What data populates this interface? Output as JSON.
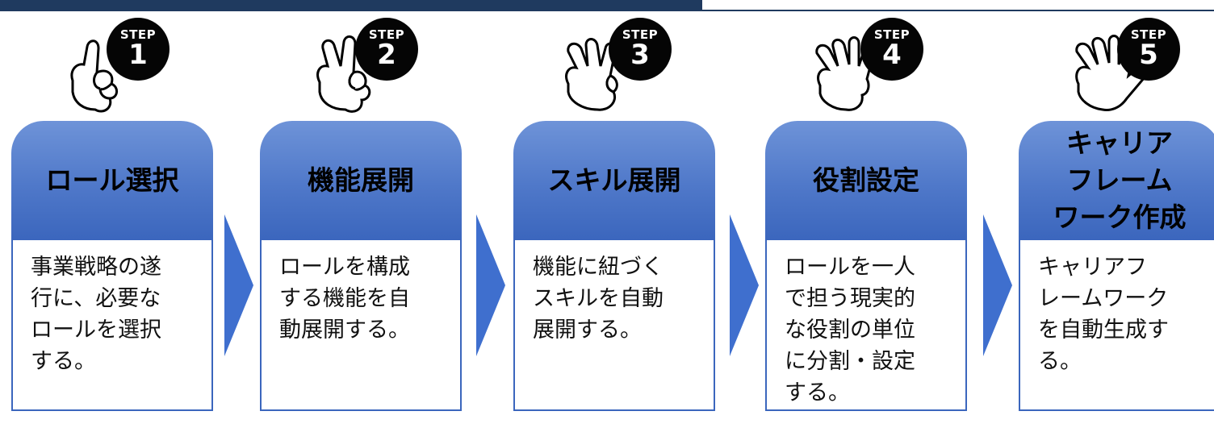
{
  "badge_label": "STEP",
  "steps": [
    {
      "number": "1",
      "title": "ロール選択",
      "description": "事業戦略の遂\n行に、必要な\nロールを選択\nする。"
    },
    {
      "number": "2",
      "title": "機能展開",
      "description": "ロールを構成\nする機能を自\n動展開する。"
    },
    {
      "number": "3",
      "title": "スキル展開",
      "description": "機能に紐づく\nスキルを自動\n展開する。"
    },
    {
      "number": "4",
      "title": "役割設定",
      "description": "ロールを一人\nで担う現実的\nな役割の単位\nに分割・設定\nする。"
    },
    {
      "number": "5",
      "title": "キャリア\nフレーム\nワーク作成",
      "description": "キャリアフ\nレームワーク\nを自動生成す\nる。"
    }
  ]
}
